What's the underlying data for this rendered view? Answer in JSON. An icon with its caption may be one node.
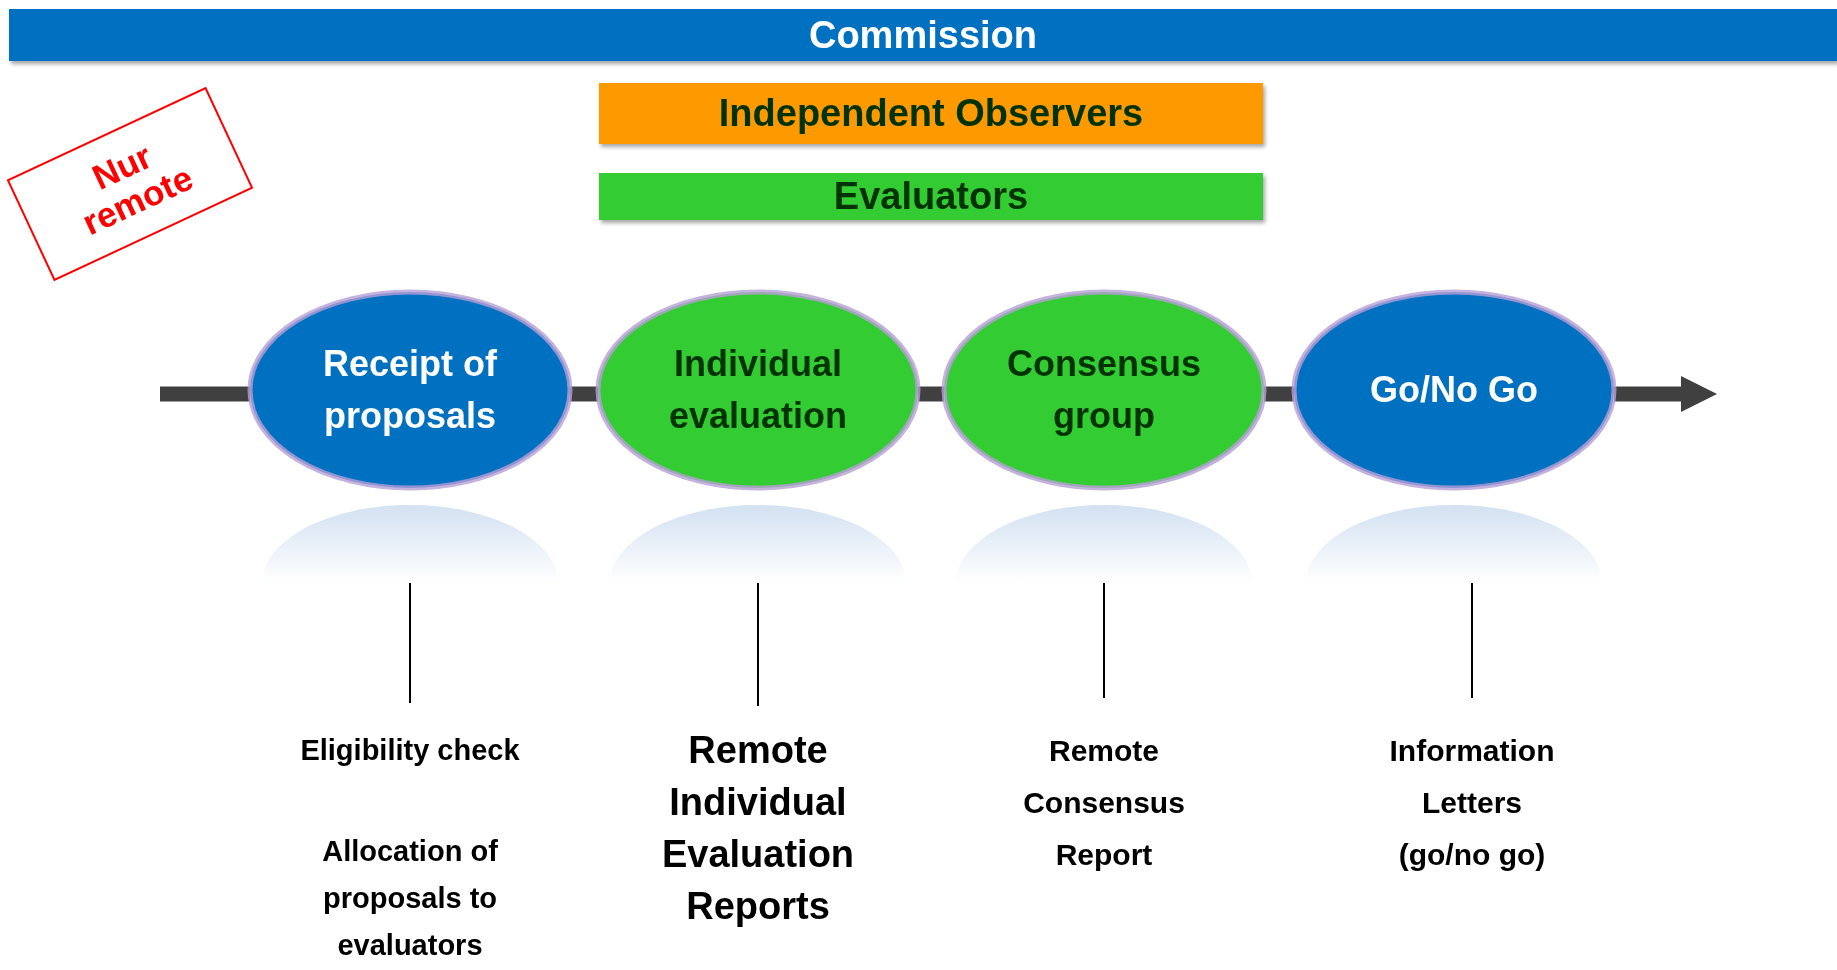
{
  "diagram": {
    "nodes": [
      {
        "text": [
          "Commission"
        ]
      },
      {
        "text": [
          "Independent Observers"
        ]
      },
      {
        "text": [
          "Evaluators"
        ]
      },
      {
        "text": [
          "Nur remote"
        ]
      },
      {
        "text": [
          "Receipt of proposals"
        ]
      },
      {
        "text": [
          "Individual evaluation"
        ]
      },
      {
        "text": [
          "Consensus group"
        ]
      },
      {
        "text": [
          "Go/No Go"
        ]
      },
      {
        "text": [
          "Eligibility check",
          "Allocation of proposals to evaluators"
        ]
      },
      {
        "text": [
          "Remote Individual Evaluation Reports"
        ]
      },
      {
        "text": [
          "Remote Consensus Report"
        ]
      },
      {
        "text": [
          "Information Letters (go/no go)"
        ]
      }
    ],
    "edges": [
      {
        "from": null,
        "to": 4,
        "arrow": "none"
      },
      {
        "from": 4,
        "to": 5,
        "arrow": "none"
      },
      {
        "from": 5,
        "to": 6,
        "arrow": "none"
      },
      {
        "from": 6,
        "to": 7,
        "arrow": "none"
      },
      {
        "from": 7,
        "to": null,
        "arrow": "to"
      },
      {
        "from": 4,
        "to": 8,
        "arrow": "none"
      },
      {
        "from": 5,
        "to": 9,
        "arrow": "none"
      },
      {
        "from": 6,
        "to": 10,
        "arrow": "none"
      },
      {
        "from": 7,
        "to": 11,
        "arrow": "none"
      }
    ]
  }
}
